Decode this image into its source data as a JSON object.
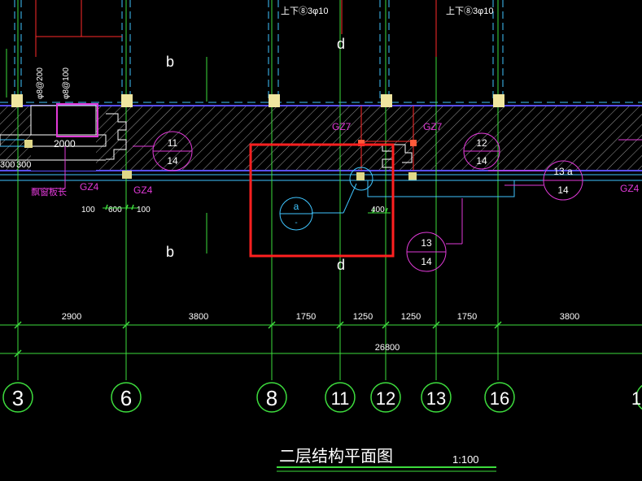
{
  "drawing": {
    "title": "二层结构平面图",
    "scale": "1:100"
  },
  "rebar_notes": [
    {
      "id": "top1",
      "text": "上下⑧3φ10"
    },
    {
      "id": "top2",
      "text": "上下⑧3φ10"
    }
  ],
  "vertical_rebar_labels": [
    {
      "id": "v1",
      "text": "φ8@200"
    },
    {
      "id": "v2",
      "text": "φ8@100"
    }
  ],
  "section_marks": [
    {
      "id": "b-top",
      "text": "b"
    },
    {
      "id": "b-bottom",
      "text": "b"
    },
    {
      "id": "d-top",
      "text": "d"
    },
    {
      "id": "d-bottom",
      "text": "d"
    }
  ],
  "column_tags": [
    {
      "id": "gz7-a",
      "text": "GZ7"
    },
    {
      "id": "gz7-b",
      "text": "GZ7"
    },
    {
      "id": "gz4-a",
      "text": "GZ4"
    },
    {
      "id": "gz4-b",
      "text": "GZ4"
    },
    {
      "id": "gz4-c",
      "text": "GZ4"
    }
  ],
  "window_note": "飘窗板长",
  "detail_bubbles": [
    {
      "id": "det-11-14",
      "top": "11",
      "bottom": "14"
    },
    {
      "id": "det-12-14",
      "top": "12",
      "bottom": "14"
    },
    {
      "id": "det-13a-14",
      "top": "13 a",
      "bottom": "14"
    },
    {
      "id": "det-13-14",
      "top": "13",
      "bottom": "14"
    }
  ],
  "zoom_bubble": {
    "top": "a",
    "bottom": "-"
  },
  "local_dims": [
    {
      "id": "d2000",
      "text": "2000"
    },
    {
      "id": "d300a",
      "text": "300"
    },
    {
      "id": "d300b",
      "text": "300"
    },
    {
      "id": "d100a",
      "text": "100"
    },
    {
      "id": "d600",
      "text": "600"
    },
    {
      "id": "d100b",
      "text": "100"
    },
    {
      "id": "d400",
      "text": "400"
    }
  ],
  "dimension_row": [
    "2900",
    "3800",
    "1750",
    "1250",
    "1250",
    "1750",
    "3800"
  ],
  "total_dimension": "26800",
  "axis_labels": [
    "3",
    "6",
    "8",
    "11",
    "12",
    "13",
    "16",
    "1"
  ],
  "colors": {
    "axis": "#3ddc3d",
    "wall": "#5a4fff",
    "hatch": "#bdbdbd",
    "annotation": "#e13ad8",
    "red": "#ff2a2a",
    "cyan": "#3fc5ff",
    "white": "#ffffff",
    "column": "#f0e6a0"
  }
}
